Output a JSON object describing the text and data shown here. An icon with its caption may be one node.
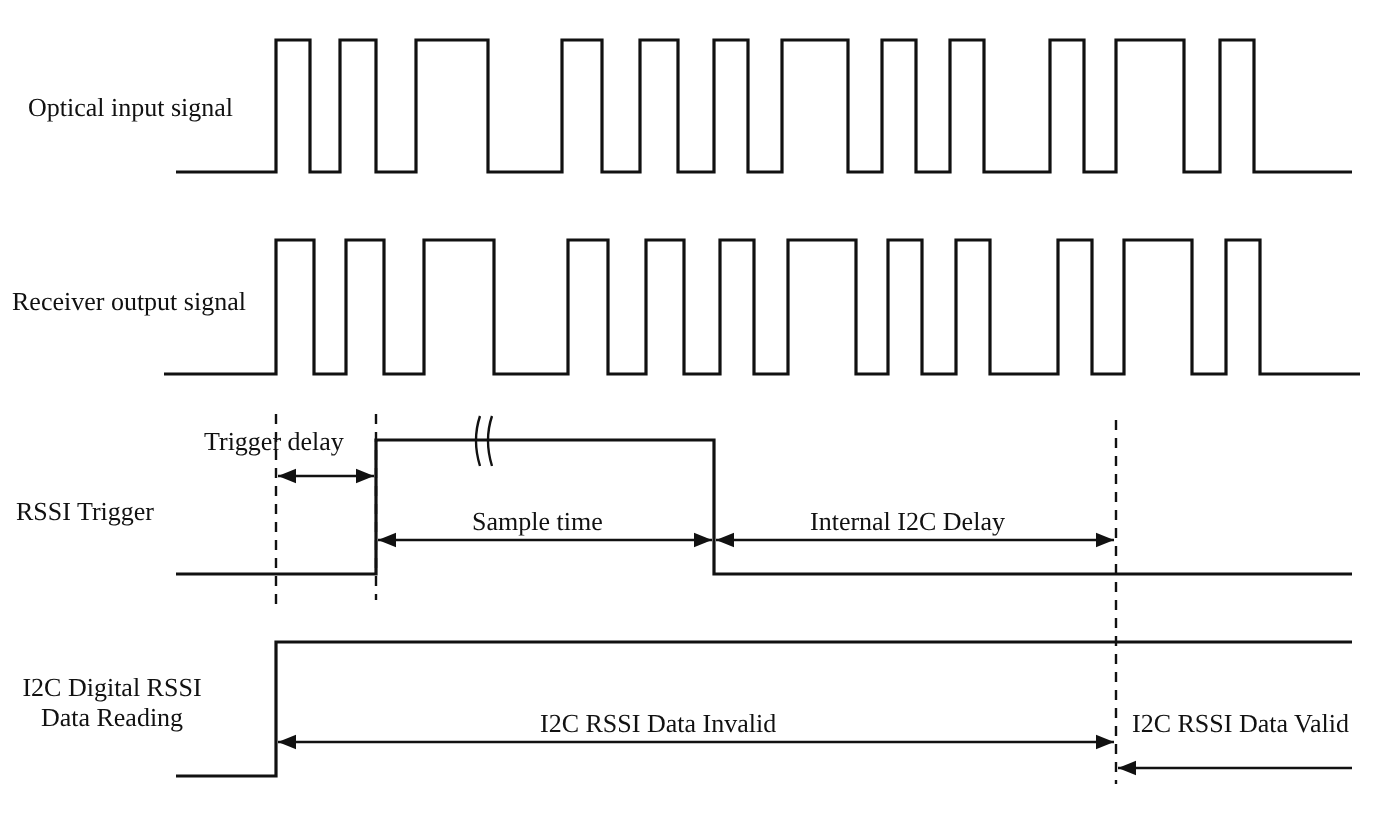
{
  "diagram": {
    "labels": [
      "Optical input signal",
      "Receiver output signal",
      "Trigger delay",
      "RSSI Trigger",
      "Sample time",
      "Internal I2C Delay",
      "I2C Digital RSSI Data Reading",
      "I2C RSSI Data Invalid",
      "I2C RSSI Data Valid"
    ]
  }
}
